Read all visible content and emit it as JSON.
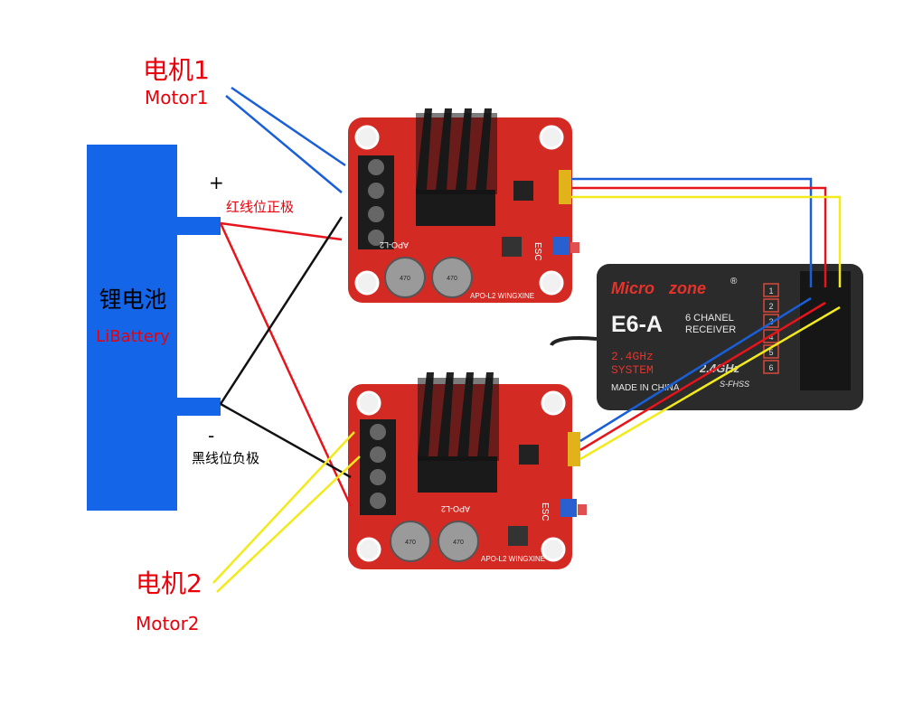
{
  "motor1": {
    "cn": "电机1",
    "en": "Motor1"
  },
  "motor2": {
    "cn": "电机2",
    "en": "Motor2"
  },
  "battery": {
    "cn": "锂电池",
    "en": "LiBattery",
    "color": "#1565e8"
  },
  "positive": {
    "sign": "+",
    "note": "红线位正极"
  },
  "negative": {
    "sign": "-",
    "note": "黑线位负极"
  },
  "esc_board": {
    "silk_model": "APO-L2",
    "silk_bottom": "APO-L2 WINGXINE",
    "silk_esc": "ESC",
    "cap_text": "470",
    "board_color": "#d42a24"
  },
  "receiver": {
    "brand_a": "Micro",
    "brand_b": "zone",
    "reg": "®",
    "model": "E6-A",
    "line1": "6 CHANEL",
    "line2": "RECEIVER",
    "freq": "2.4GHz",
    "system": "SYSTEM",
    "freq_overlay": "2.4GHz",
    "fhss": "S-FHSS",
    "made_in": "MADE IN CHINA",
    "channels": [
      "1",
      "2",
      "3",
      "4",
      "5",
      "6"
    ]
  },
  "wire_colors": {
    "blue": "#1a5fd8",
    "red": "#e8141c",
    "black": "#111111",
    "yellow": "#f2ea1a"
  }
}
